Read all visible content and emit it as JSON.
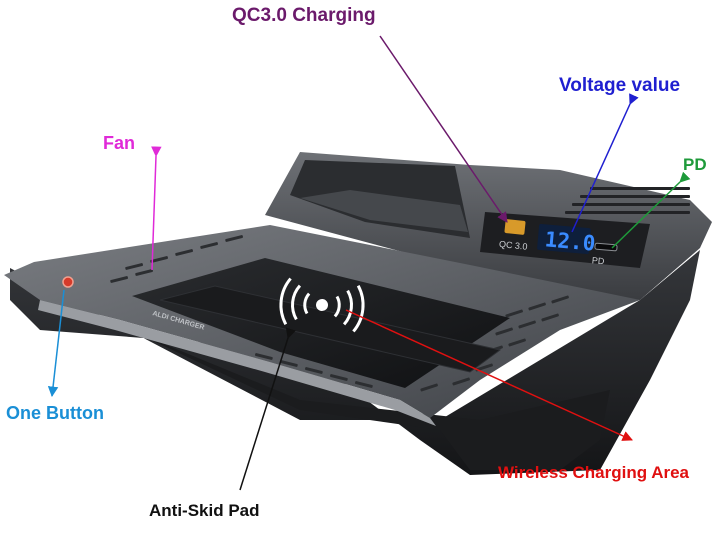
{
  "labels": {
    "qc_charging": "QC3.0 Charging",
    "voltage_value": "Voltage value",
    "fan": "Fan",
    "pd": "PD",
    "one_button": "One Button",
    "wireless_charging_area": "Wireless Charging Area",
    "anti_skid_pad": "Anti-Skid Pad"
  },
  "device": {
    "usb_port_label": "QC 3.0",
    "display_value": "12.0",
    "pd_port_label": "PD",
    "brand_text": "ALDI CHARGER"
  },
  "colors": {
    "qc_charging": "#6b1a6b",
    "voltage_value": "#1f1fd0",
    "fan": "#e02ad8",
    "pd": "#1e9a3a",
    "one_button": "#1a8fd6",
    "wireless_charging_area": "#e01010",
    "anti_skid_pad": "#111111",
    "display": "#2a7bff"
  }
}
